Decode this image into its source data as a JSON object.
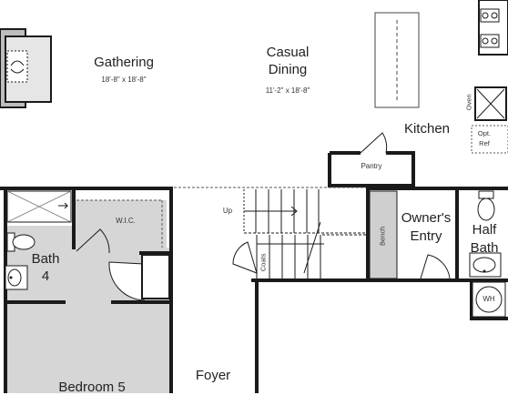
{
  "rooms": {
    "gathering": {
      "name": "Gathering",
      "dimensions": "18'-8\" x 18'-8\""
    },
    "casual_dining": {
      "name_line1": "Casual",
      "name_line2": "Dining",
      "dimensions": "11'-2\" x 18'-8\""
    },
    "kitchen": {
      "name": "Kitchen"
    },
    "pantry": {
      "name": "Pantry"
    },
    "owners_entry": {
      "name_line1": "Owner's",
      "name_line2": "Entry"
    },
    "half_bath": {
      "name_line1": "Half",
      "name_line2": "Bath"
    },
    "bath4": {
      "name_line1": "Bath",
      "name_line2": "4"
    },
    "bedroom5": {
      "name": "Bedroom 5"
    },
    "foyer": {
      "name": "Foyer"
    },
    "wic": {
      "name": "W.I.C."
    }
  },
  "fixtures": {
    "oven": "Oven",
    "opt_ref_line1": "Opt.",
    "opt_ref_line2": "Ref",
    "bench": "Bench",
    "coats": "Coats",
    "stairs_up": "Up",
    "water_heater": "WH"
  },
  "colors": {
    "wall": "#1a1a1a",
    "floor_white": "#ffffff",
    "bedroom_fill": "#d6d6d6",
    "bench_fill": "#cfcfcf"
  }
}
